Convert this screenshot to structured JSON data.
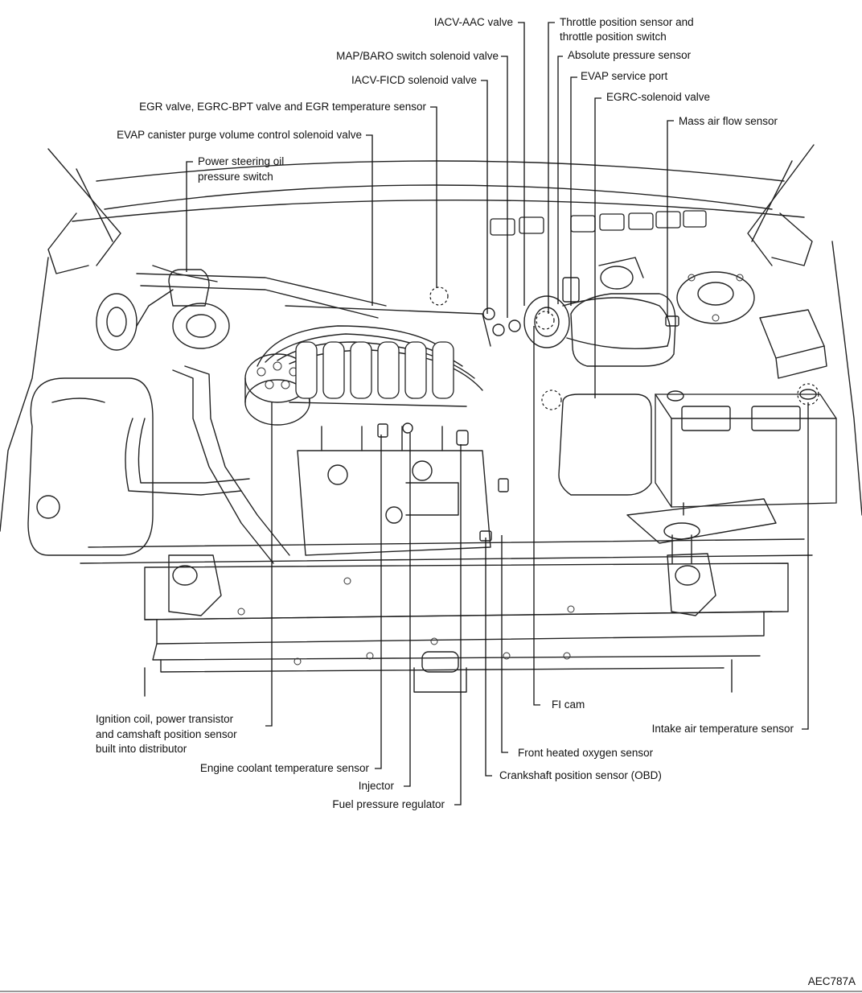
{
  "figure_code": "AEC787A",
  "labels": {
    "iacv_aac": "IACV-AAC valve",
    "tps_1": "Throttle position sensor and",
    "tps_2": "throttle position switch",
    "map_baro": "MAP/BARO switch solenoid valve",
    "abs_pressure": "Absolute pressure sensor",
    "iacv_ficd": "IACV-FICD solenoid valve",
    "evap_port": "EVAP service port",
    "egr_valve": "EGR valve, EGRC-BPT valve and EGR temperature sensor",
    "egrc_solenoid": "EGRC-solenoid valve",
    "mass_air_flow": "Mass air flow sensor",
    "evap_canister": "EVAP canister purge volume control solenoid valve",
    "ps_switch_1": "Power steering oil",
    "ps_switch_2": "pressure switch",
    "fi_cam": "FI cam",
    "intake_air_temp": "Intake air temperature sensor",
    "ignition_1": "Ignition coil, power transistor",
    "ignition_2": "and camshaft position sensor",
    "ignition_3": "built into distributor",
    "front_o2": "Front heated oxygen sensor",
    "coolant_temp": "Engine coolant temperature sensor",
    "crank_pos": "Crankshaft position sensor (OBD)",
    "injector": "Injector",
    "fuel_reg": "Fuel pressure regulator"
  }
}
